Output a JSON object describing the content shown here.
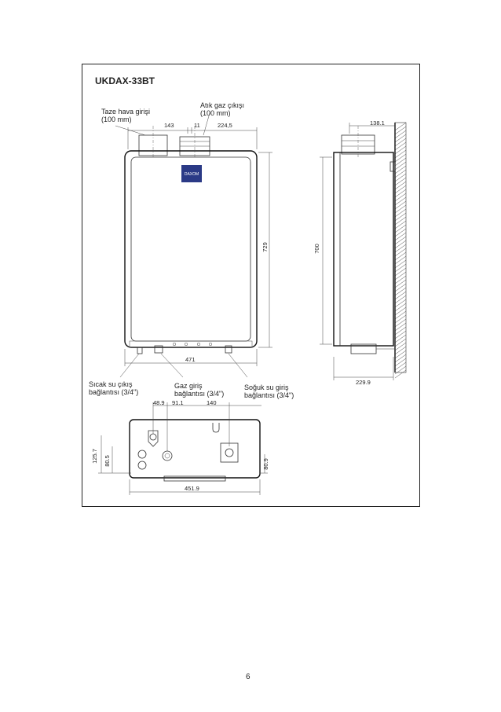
{
  "title": "UKDAX-33BT",
  "labels": {
    "fresh_air_intake": [
      "Taze hava girişi",
      "(100 mm)"
    ],
    "exhaust_outlet": [
      "Atık gaz çıkışı",
      "(100 mm)"
    ],
    "hot_water_outlet": [
      "Sıcak su çıkış",
      "bağlantısı (3/4\")"
    ],
    "gas_inlet": [
      "Gaz giriş",
      "bağlantısı (3/4\")"
    ],
    "cold_water_inlet": [
      "Soğuk su giriş",
      "bağlantısı (3/4\")"
    ]
  },
  "logo_text": "DAXOM",
  "dimensions": {
    "front_top_left": "143",
    "front_top_gap": "11",
    "front_top_right": "224,5",
    "front_height": "729",
    "front_width": "471",
    "side_top": "138.1",
    "side_height": "700",
    "side_depth": "229.9",
    "bottom_a": "48.9",
    "bottom_b": "91.1",
    "bottom_c": "140",
    "bottom_left_outer": "125.7",
    "bottom_left_inner": "80.5",
    "bottom_right": "80.9",
    "bottom_width": "451.9"
  },
  "page_number": "6"
}
